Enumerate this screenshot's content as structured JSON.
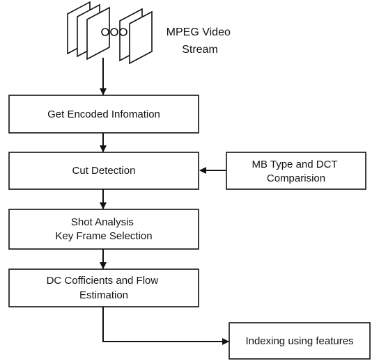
{
  "source": {
    "label_lines": [
      "MPEG Video",
      "Stream"
    ],
    "icon": "video-frames-icon"
  },
  "nodes": {
    "get_encoded": {
      "lines": [
        "Get Encoded Infomation"
      ]
    },
    "cut_detection": {
      "lines": [
        "Cut Detection"
      ]
    },
    "mb_type_dct": {
      "lines": [
        "MB Type and DCT",
        "Comparision"
      ]
    },
    "shot_analysis": {
      "lines": [
        "Shot Analysis",
        "Key Frame Selection"
      ]
    },
    "dc_coefficients": {
      "lines": [
        "DC Cofficients and  Flow",
        "Estimation"
      ]
    },
    "indexing": {
      "lines": [
        "Indexing using features"
      ]
    }
  },
  "edges": [
    {
      "from": "source",
      "to": "get_encoded"
    },
    {
      "from": "get_encoded",
      "to": "cut_detection"
    },
    {
      "from": "mb_type_dct",
      "to": "cut_detection"
    },
    {
      "from": "cut_detection",
      "to": "shot_analysis"
    },
    {
      "from": "shot_analysis",
      "to": "dc_coefficients"
    },
    {
      "from": "dc_coefficients",
      "to": "indexing"
    }
  ],
  "colors": {
    "stroke": "#111111",
    "fill": "#ffffff",
    "text": "#111111"
  }
}
